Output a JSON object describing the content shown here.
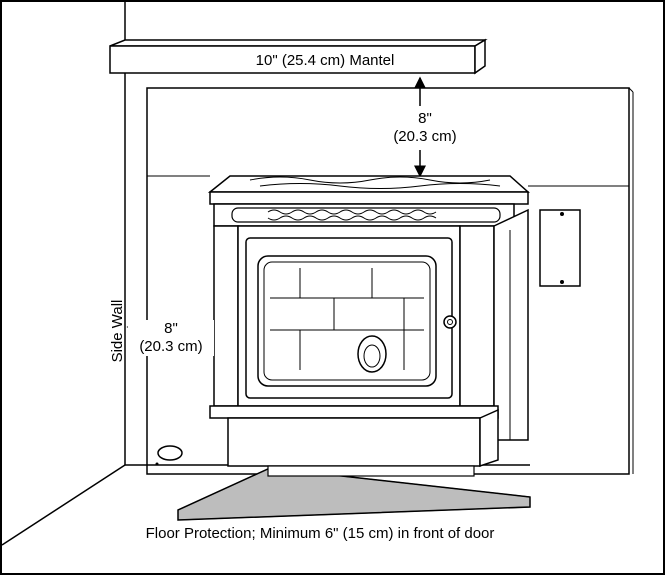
{
  "labels": {
    "mantel": "10\" (25.4 cm) Mantel",
    "top_clearance_in": "8\"",
    "top_clearance_cm": "(20.3 cm)",
    "side_clearance_in": "8\"",
    "side_clearance_cm": "(20.3 cm)",
    "side_wall": "Side Wall",
    "floor_protection": "Floor Protection; Minimum 6\" (15 cm) in front of door"
  },
  "colors": {
    "line": "#000000",
    "floor_fill": "#bdbdbd",
    "background": "#ffffff"
  }
}
